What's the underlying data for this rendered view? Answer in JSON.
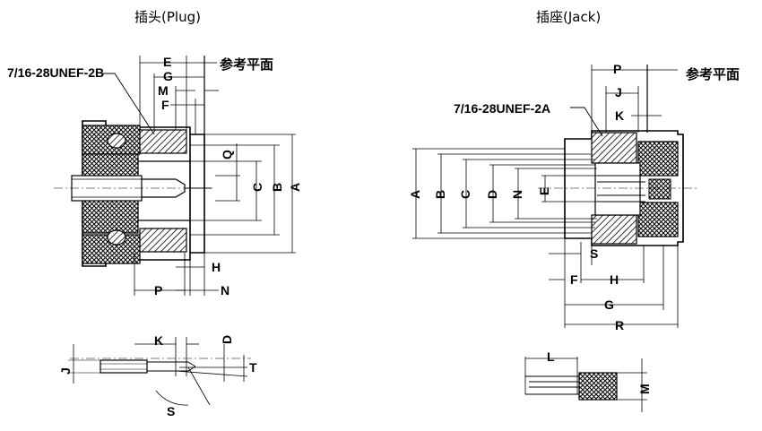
{
  "plug": {
    "title": "插头(Plug)",
    "thread": "7/16-28UNEF-2B",
    "reference_plane": "参考平面",
    "dims": {
      "E": "E",
      "G": "G",
      "M": "M",
      "F": "F",
      "Q": "Q",
      "C": "C",
      "B": "B",
      "A": "A",
      "H": "H",
      "P": "P",
      "N": "N"
    },
    "pin_dims": {
      "K": "K",
      "D": "D",
      "J": "J",
      "T": "T",
      "S": "S"
    }
  },
  "jack": {
    "title": "插座(Jack)",
    "thread": "7/16-28UNEF-2A",
    "reference_plane": "参考平面",
    "dims": {
      "P": "P",
      "J": "J",
      "K": "K",
      "A": "A",
      "B": "B",
      "C": "C",
      "D": "D",
      "N": "N",
      "E": "E",
      "S": "S",
      "F": "F",
      "H": "H",
      "G": "G",
      "R": "R"
    },
    "contact_dims": {
      "L": "L",
      "M": "M"
    }
  },
  "colors": {
    "line": "#000000",
    "hatch": "#000000",
    "background": "#ffffff"
  }
}
